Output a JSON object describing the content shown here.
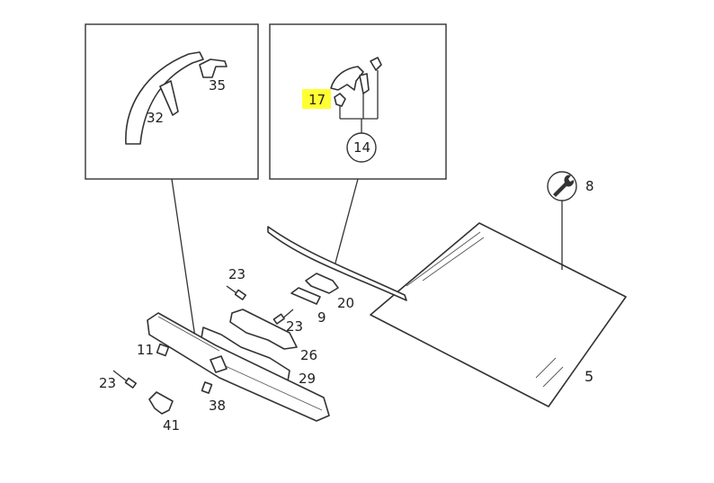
{
  "callouts": {
    "c32": "32",
    "c35": "35",
    "c17": "17",
    "c14": "14",
    "c8": "8",
    "c5": "5",
    "c23a": "23",
    "c20": "20",
    "c9": "9",
    "c23b": "23",
    "c26": "26",
    "c29": "29",
    "c11": "11",
    "c23c": "23",
    "c38": "38",
    "c41": "41"
  },
  "colors": {
    "highlight": "#ffff33",
    "line": "#333333"
  },
  "icons": {
    "tool": "wrench-icon"
  }
}
